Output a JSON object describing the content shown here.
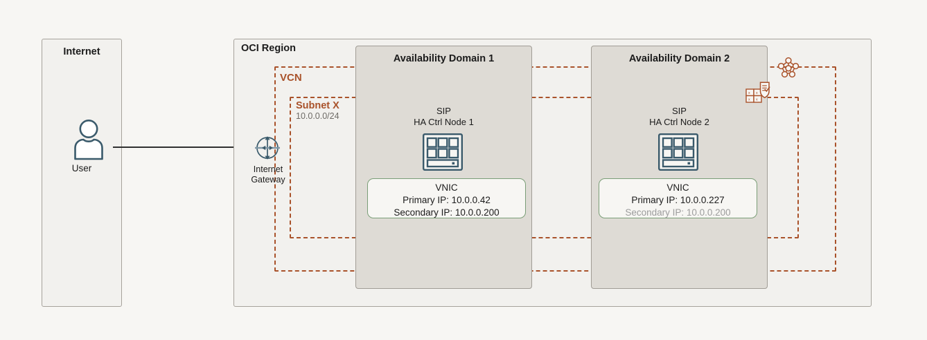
{
  "colors": {
    "page_bg": "#f7f6f3",
    "container_bg": "#f2f1ee",
    "container_border": "#a6a29b",
    "ad_bg": "#dedbd5",
    "ad_border": "#a09c95",
    "vcn_accent": "#a9522a",
    "vnic_border": "#7a9e77",
    "icon_slate": "#3a5a6b",
    "wire": "#2f2f2f",
    "muted_text": "#9c9c9c",
    "cidr_text": "#6e6b66"
  },
  "internet": {
    "title": "Internet",
    "user_label": "User",
    "user_icon": "user-icon"
  },
  "region": {
    "title": "OCI Region",
    "gateway": {
      "label_line1": "Internet",
      "label_line2": "Gateway",
      "icon": "internet-gateway-icon"
    },
    "vcn": {
      "label": "VCN",
      "icon": "vcn-network-icon"
    },
    "subnet": {
      "label": "Subnet X",
      "cidr": "10.0.0.0/24",
      "icon": "security-list-icon"
    },
    "availability_domains": [
      {
        "title": "Availability Domain 1",
        "node": {
          "caption_line1": "SIP",
          "caption_line2": "HA Ctrl Node 1",
          "icon": "compute-instance-icon"
        },
        "vnic": {
          "title": "VNIC",
          "primary_ip": "Primary IP: 10.0.0.42",
          "secondary_ip": "Secondary IP: 10.0.0.200",
          "secondary_active": true
        }
      },
      {
        "title": "Availability Domain 2",
        "node": {
          "caption_line1": "SIP",
          "caption_line2": "HA Ctrl Node 2",
          "icon": "compute-instance-icon"
        },
        "vnic": {
          "title": "VNIC",
          "primary_ip": "Primary IP: 10.0.0.227",
          "secondary_ip": "Secondary IP: 10.0.0.200",
          "secondary_active": false
        }
      }
    ]
  }
}
